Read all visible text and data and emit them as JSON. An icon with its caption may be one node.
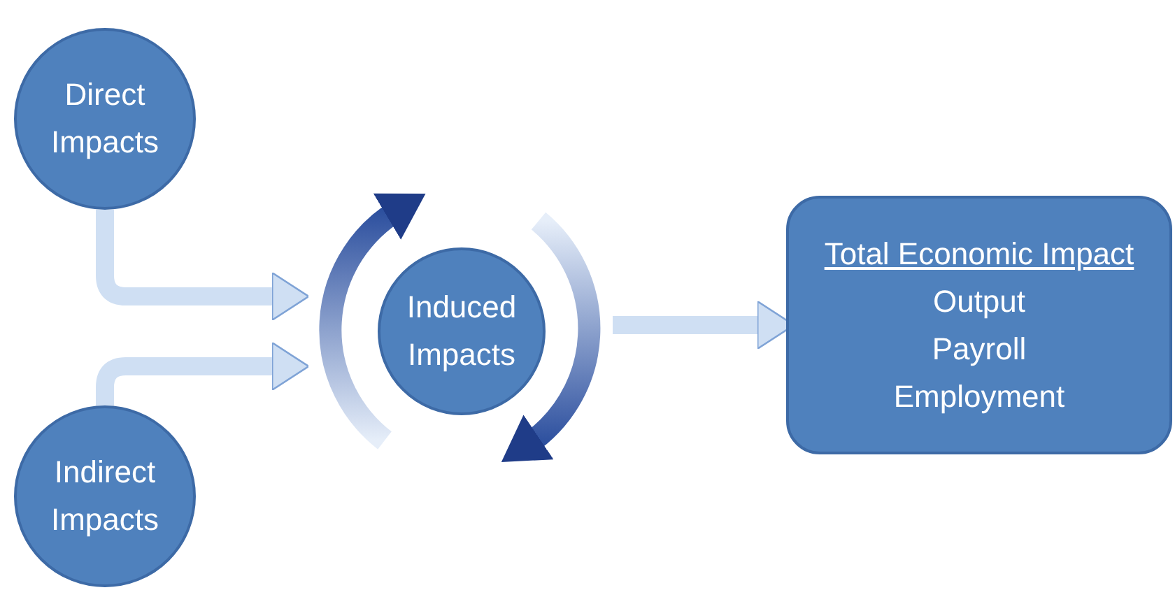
{
  "diagram": {
    "nodes": [
      {
        "text": [
          "Direct Impacts"
        ]
      },
      {
        "text": [
          "Indirect Impacts"
        ]
      },
      {
        "text": [
          "Induced Impacts"
        ]
      },
      {
        "text": [
          "Total Economic Impact",
          "Output",
          "Payroll",
          "Employment"
        ]
      }
    ],
    "edges": [
      {
        "from": 0,
        "to": 2,
        "arrow": "to"
      },
      {
        "from": 1,
        "to": 2,
        "arrow": "to"
      },
      {
        "from": 2,
        "to": 3,
        "arrow": "to"
      }
    ]
  }
}
